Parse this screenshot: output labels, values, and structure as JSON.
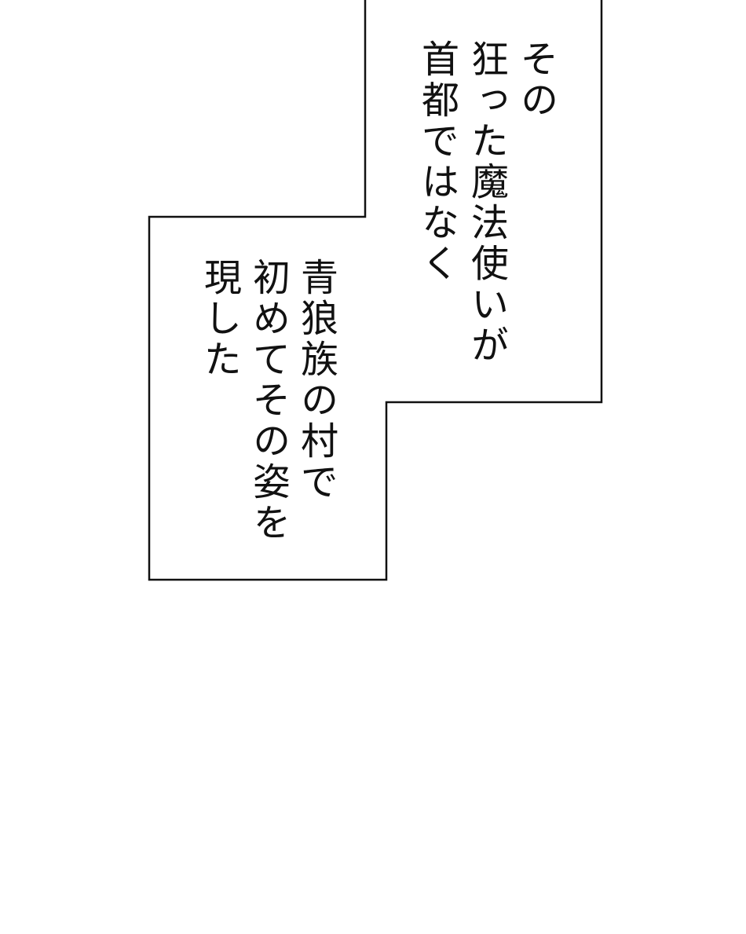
{
  "panel": {
    "background": "#ffffff",
    "border_color": "#111111",
    "caption_box_1": {
      "lines": [
        "その",
        "狂った魔法使いが",
        "首都ではなく"
      ]
    },
    "caption_box_2": {
      "lines": [
        "青狼族の村で",
        "初めてその姿を",
        "現した"
      ]
    }
  }
}
